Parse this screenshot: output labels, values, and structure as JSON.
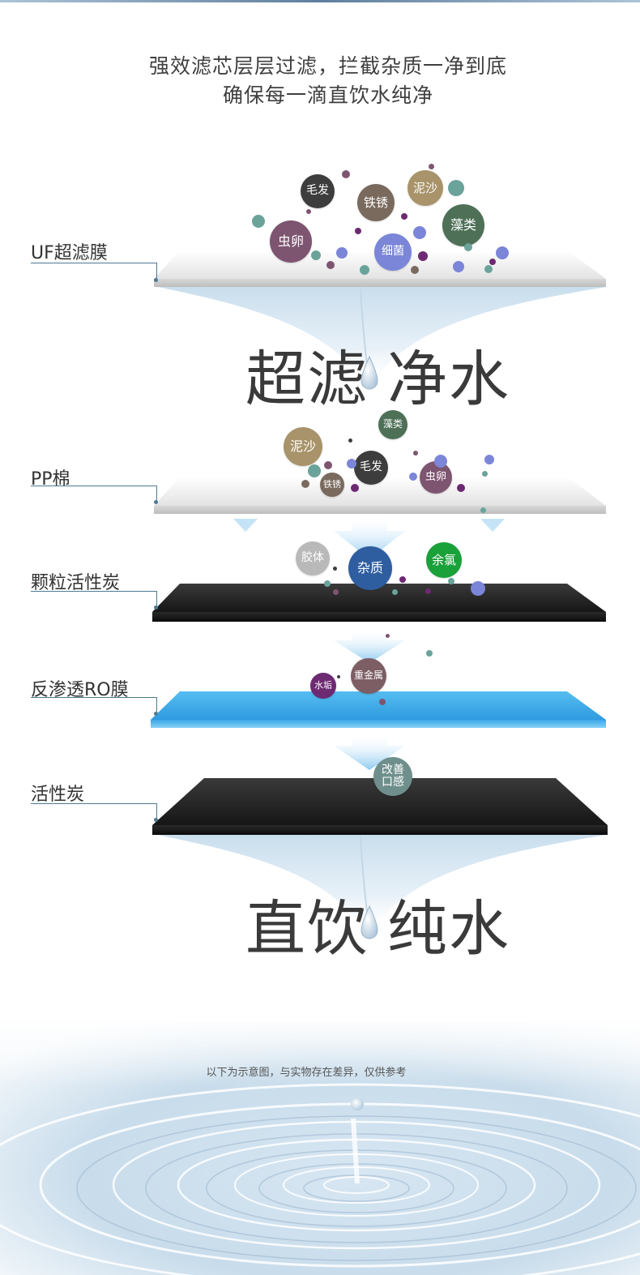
{
  "header": {
    "line1": "强效滤芯层层过滤，拦截杂质一净到底",
    "line2": "确保每一滴直饮水纯净"
  },
  "layers": {
    "uf": "UF超滤膜",
    "pp": "PP棉",
    "granular_carbon": "颗粒活性炭",
    "ro": "反渗透RO膜",
    "carbon": "活性炭"
  },
  "results": {
    "first_left": "超滤",
    "first_right": "净水",
    "second_left": "直饮",
    "second_right": "纯水"
  },
  "impurities": {
    "uf": {
      "hair": "毛发",
      "rust": "铁锈",
      "sand": "泥沙",
      "algae": "藻类",
      "eggs": "虫卵",
      "bacteria": "细菌"
    },
    "pp": {
      "algae": "藻类",
      "sand": "泥沙",
      "hair": "毛发",
      "rust": "铁锈",
      "eggs": "虫卵"
    },
    "granular_carbon": {
      "colloid": "胶体",
      "impurity": "杂质",
      "chlorine": "余氯"
    },
    "ro": {
      "scale": "水垢",
      "heavy_metal": "重金属"
    },
    "carbon": {
      "taste": "改善口感"
    }
  },
  "disclaimer": "以下为示意图，与实物存在差异，仅供参考",
  "colors": {
    "hair": "#3d3d3d",
    "rust": "#7a6a5e",
    "sand": "#a8936a",
    "algae": "#4d7057",
    "eggs": "#7e5570",
    "bacteria": "#7b86d8",
    "colloid": "#b9b9b9",
    "impurity": "#2f5ea0",
    "chlorine": "#1aa13a",
    "scale": "#6d2a72",
    "heavy_metal": "#7c5e64",
    "taste": "#6f8f8c",
    "ro_blue": "#3aa6e6"
  }
}
